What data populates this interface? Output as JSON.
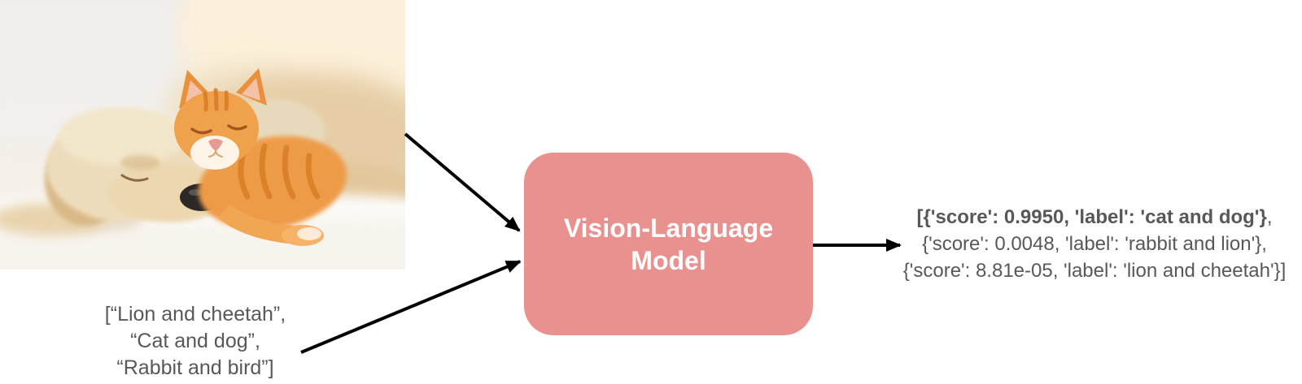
{
  "colors": {
    "model_box": "#E9918F",
    "model_text": "#FFFFFF",
    "body_text": "#58585A",
    "arrow": "#000000"
  },
  "prompt_list": {
    "lines": [
      "[“Lion and cheetah”,",
      "“Cat and dog”,",
      "“Rabbit and bird”]"
    ]
  },
  "model": {
    "line1": "Vision-Language",
    "line2": "Model"
  },
  "output": {
    "line1_bold": "[{'score': 0.9950, 'label': 'cat and dog'}",
    "line1_tail": ",",
    "line2": "{'score': 0.0048, 'label': 'rabbit and lion'},",
    "line3": "{'score': 8.81e-05, 'label': 'lion and cheetah'}]"
  }
}
